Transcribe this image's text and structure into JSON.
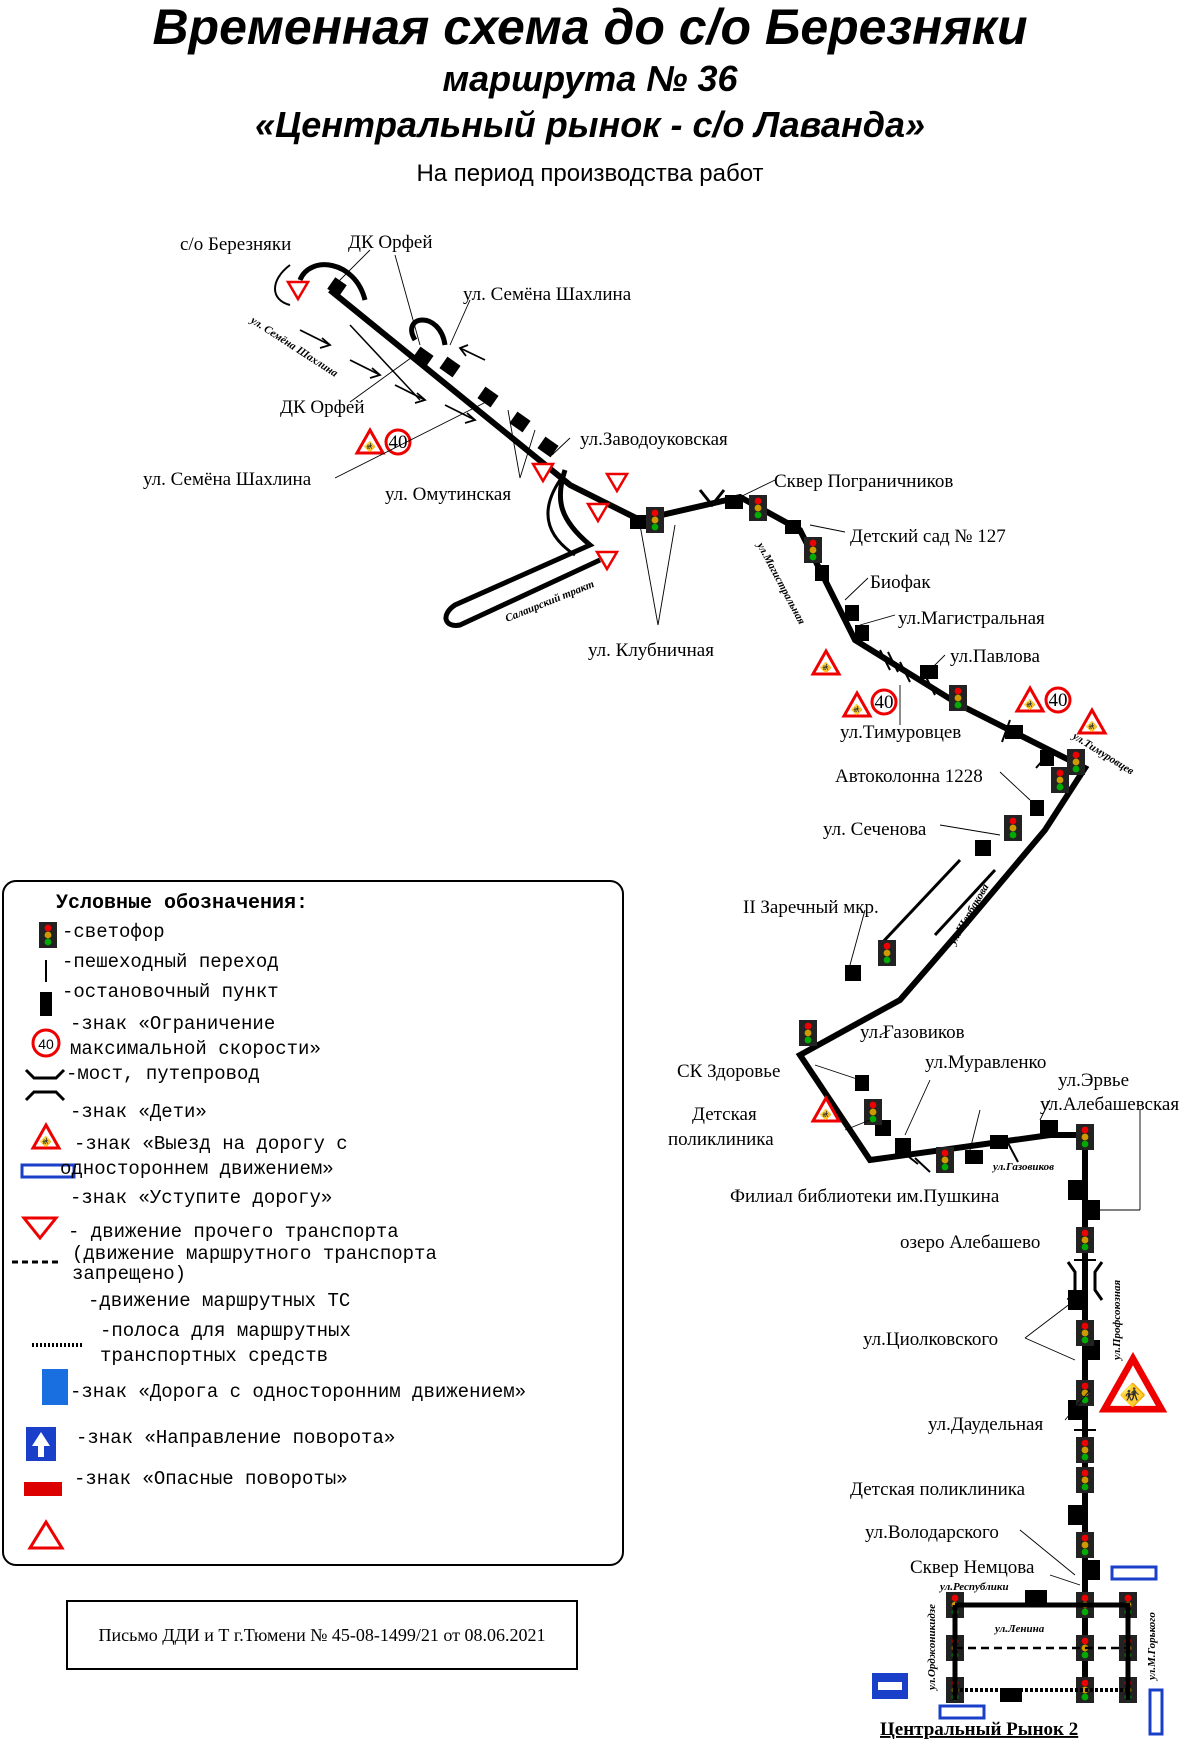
{
  "header": {
    "title": "Временная схема до с/о Березняки",
    "route": "маршрута № 36",
    "route_name": "«Центральный рынок - с/о Лаванда»",
    "subtitle": "На период производства работ"
  },
  "map_labels": {
    "so_bereznyaki": "с/о Березняки",
    "dk_orfei_top": "ДК Орфей",
    "shakhlina_top": "ул. Семёна Шахлина",
    "shakhlina_street": "ул. Семёна Шахлина",
    "dk_orfei": "ДК Орфей",
    "shakhlina_left": "ул. Семёна Шахлина",
    "omutinskaya": "ул. Омутинская",
    "zavodoukovskaya": "ул.Заводоуковская",
    "salairsky": "Салаирский тракт",
    "klubnichnaya": "ул. Клубничная",
    "skver_pogranichnikov": "Сквер Пограничников",
    "magistralnaya_street": "ул.Магистральная",
    "detsad": "Детский сад № 127",
    "biofak": "Биофак",
    "magistralnaya": "ул.Магистральная",
    "pavlova": "ул.Павлова",
    "timurovtsev": "ул.Тимуровцев",
    "timurovtsev_street": "ул.Тимуровцев",
    "avtokolonna": "Автоколонна 1228",
    "sechenova": "ул. Сеченова",
    "zarechny": "II Заречный мкр.",
    "shcherbakova": "ул.Щербакова",
    "gazovikov": "ул.Газовиков",
    "sk_zdorovie": "СК Здоровье",
    "detskaya_poliklinika_1": "Детская",
    "detskaya_poliklinika_2": "поликлиника",
    "muravlenko": "ул.Муравленко",
    "ervie": "ул.Эрвье",
    "alebashevskaya": "ул.Алебашевская",
    "gazovikov_street": "ул.Газовиков",
    "filial": "Филиал библиотеки им.Пушкина",
    "ozero": "озеро Алебашево",
    "profsoyuznaya": "ул.Профсоюзная",
    "tsiolkovskogo": "ул.Циолковского",
    "daudelnaya": "ул.Даудельная",
    "detskaya_poliklinika_3": "Детская поликлиника",
    "volodarskogo": "ул.Володарского",
    "skver_nemtsova": "Сквер Немцова",
    "respubliki": "ул.Республики",
    "ordzhonikidze": "ул.Орджоникидзе",
    "lenina": "ул.Ленина",
    "gorkogo": "ул.М.Горького",
    "central_market": "Центральный Рынок 2",
    "speed": "40"
  },
  "legend": {
    "title": "Условные обозначения:",
    "traffic_light": "-светофор",
    "crossing": "-пешеходный переход",
    "stop": "-остановочный пункт",
    "speed_1": "-знак «Ограничение",
    "speed_2": "максимальной скорости»",
    "bridge": "-мост, путепровод",
    "children": "-знак «Дети»",
    "exit_1": "-знак «Выезд на дорогу с",
    "exit_2": "одностороннем движением»",
    "yield": "-знак «Уступите дорогу»",
    "other_1": "- движение прочего транспорта",
    "other_2": "(движение маршрутного транспорта",
    "other_3": "запрещено)",
    "route_tc": "-движение маршрутных ТС",
    "bus_lane_1": "-полоса для маршрутных",
    "bus_lane_2": "транспортных средств",
    "oneway": "-знак «Дорога с односторонним движением»",
    "turn": "-знак «Направление поворота»",
    "danger": "-знак «Опасные повороты»",
    "speed_value": "40"
  },
  "letter": "Письмо ДДИ и Т г.Тюмени № 45-08-1499/21 от 08.06.2021"
}
